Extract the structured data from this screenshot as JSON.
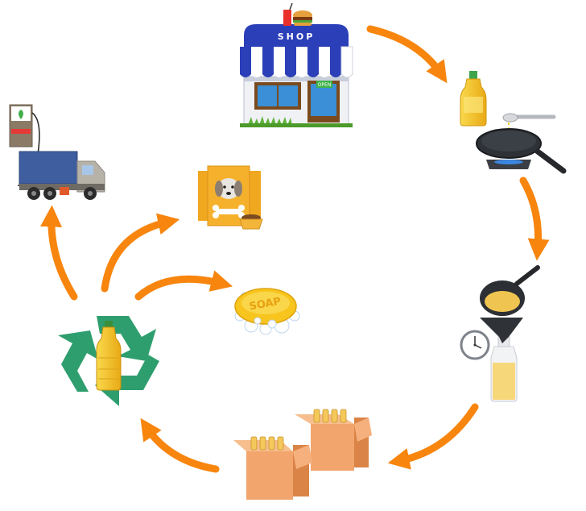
{
  "diagram": {
    "shop_sign": "SHOP",
    "open_sign": "OPEN",
    "soap_text": "SOAP"
  },
  "colors": {
    "arrow": "#F7850E",
    "recycle": "#2E9E6E",
    "awning_blue": "#2B3FB8",
    "oil": "#F4C52A",
    "box": "#F29A5E",
    "truck": "#3F5EA0"
  }
}
